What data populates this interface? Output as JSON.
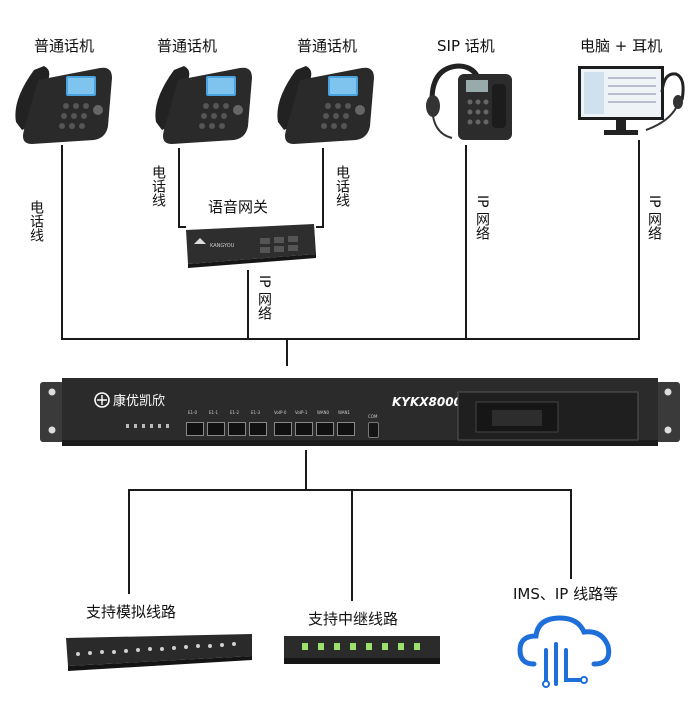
{
  "top_devices": [
    {
      "label": "普通话机",
      "type": "phone"
    },
    {
      "label": "普通话机",
      "type": "phone"
    },
    {
      "label": "普通话机",
      "type": "phone"
    },
    {
      "label": "SIP 话机",
      "type": "sip-phone"
    },
    {
      "label": "电脑 + 耳机",
      "type": "pc-headset"
    }
  ],
  "link_labels": {
    "phone1": "电话线",
    "phone2": "电话线",
    "phone3": "电话线",
    "sip": "IP 网络",
    "pc": "IP 网络",
    "gateway": "IP 网络"
  },
  "gateway": {
    "label": "语音网关",
    "brand": "KANGYOU"
  },
  "main_unit": {
    "brand": "康优凯欣",
    "model": "KYKX8000",
    "ports": [
      "E1-0",
      "E1-1",
      "E1-2",
      "E1-3",
      "VoIP-0",
      "VoIP-1",
      "WAN0",
      "WAN1"
    ],
    "com_label": "COM"
  },
  "bottom_devices": [
    {
      "label": "支持模拟线路",
      "type": "analog-panel"
    },
    {
      "label": "支持中继线路",
      "type": "trunk-device"
    },
    {
      "label": "IMS、IP 线路等",
      "type": "cloud"
    }
  ],
  "colors": {
    "line": "#1a1a1a",
    "chassis": "#2b2b2b",
    "cloud": "#1e6fd9"
  }
}
